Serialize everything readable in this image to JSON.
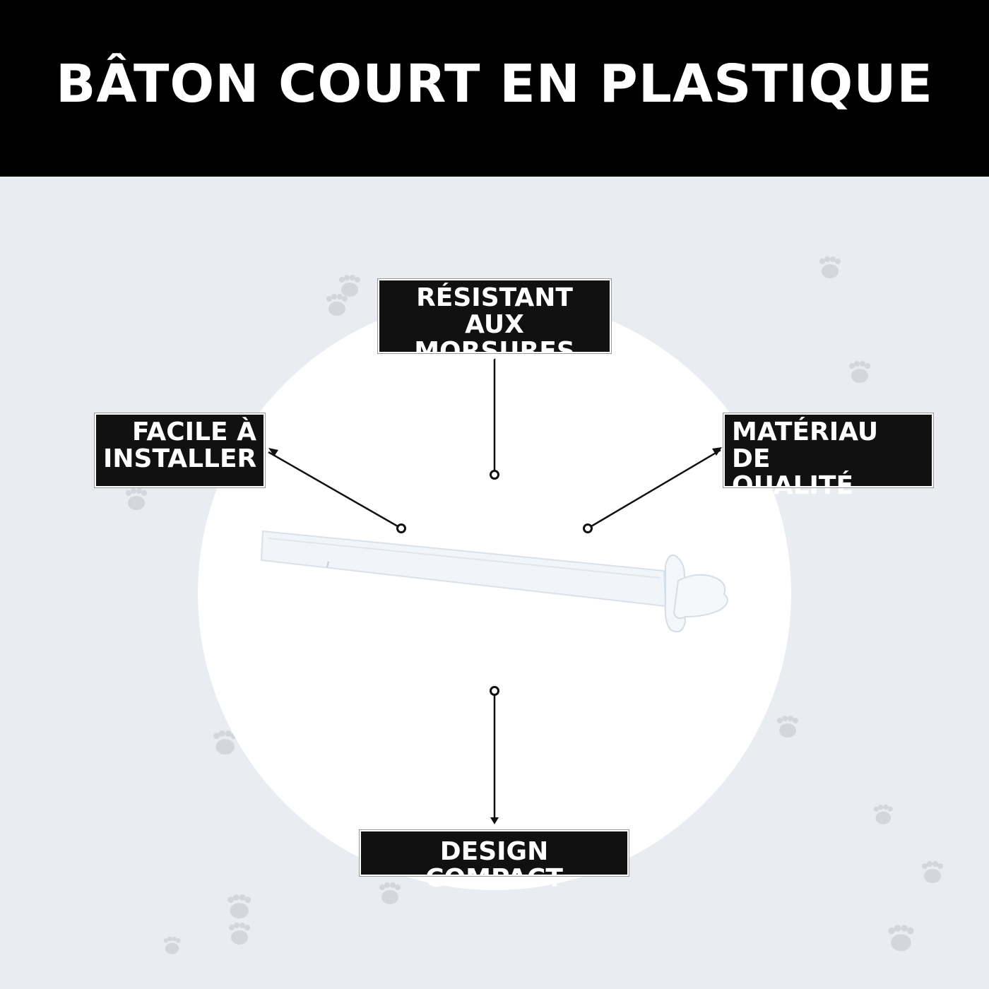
{
  "header": {
    "title": "BÂTON COURT EN PLASTIQUE"
  },
  "features": {
    "top": {
      "line1": "RÉSISTANT AUX",
      "line2": "MORSURES"
    },
    "left": {
      "line1": "FACILE À",
      "line2": "INSTALLER"
    },
    "right": {
      "line1": "MATÉRIAU DE",
      "line2": "QUALITÉ"
    },
    "bottom": {
      "line1": "DESIGN COMPACT"
    }
  },
  "colors": {
    "background": "#e9ecf1",
    "header": "#000000",
    "paw": "#d3d6dc"
  }
}
